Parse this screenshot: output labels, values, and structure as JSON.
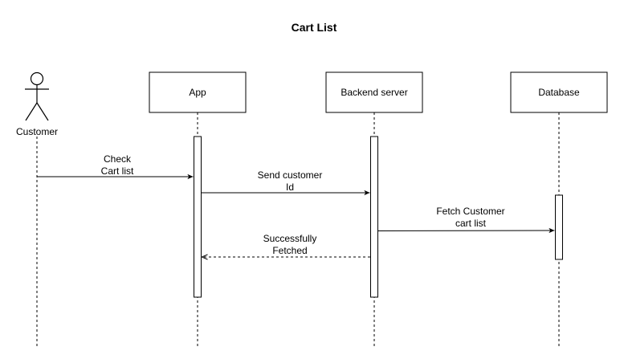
{
  "title": "Cart List",
  "participants": {
    "customer": {
      "label": "Customer",
      "kind": "actor"
    },
    "app": {
      "label": "App",
      "kind": "box"
    },
    "backend": {
      "label": "Backend server",
      "kind": "box"
    },
    "database": {
      "label": "Database",
      "kind": "box"
    }
  },
  "messages": {
    "check_cart": {
      "lines": [
        "Check",
        "Cart list"
      ],
      "from": "Customer",
      "to": "App",
      "style": "solid"
    },
    "send_customer_id": {
      "lines": [
        "Send customer",
        "Id"
      ],
      "from": "App",
      "to": "Backend server",
      "style": "solid"
    },
    "fetch_cart_list": {
      "lines": [
        "Fetch Customer",
        "cart list"
      ],
      "from": "Backend server",
      "to": "Database",
      "style": "solid"
    },
    "successfully_fetched": {
      "lines": [
        "Successfully",
        "Fetched"
      ],
      "from": "Backend server",
      "to": "App",
      "style": "dashed"
    }
  },
  "colors": {
    "stroke": "#000000",
    "fill": "#ffffff",
    "text": "#000000"
  }
}
